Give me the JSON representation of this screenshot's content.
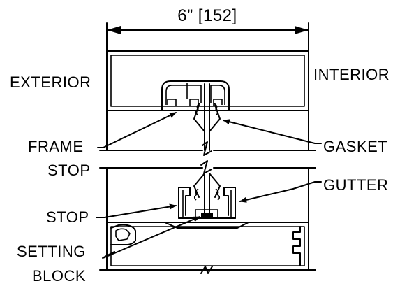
{
  "dimension": {
    "label": "6” [152]"
  },
  "labels": {
    "exterior": "EXTERIOR",
    "interior": "INTERIOR",
    "frame": "FRAME",
    "gasket": "GASKET",
    "stop_upper": "STOP",
    "gutter": "GUTTER",
    "stop_lower": "STOP",
    "setting": "SETTING",
    "block": "BLOCK"
  }
}
